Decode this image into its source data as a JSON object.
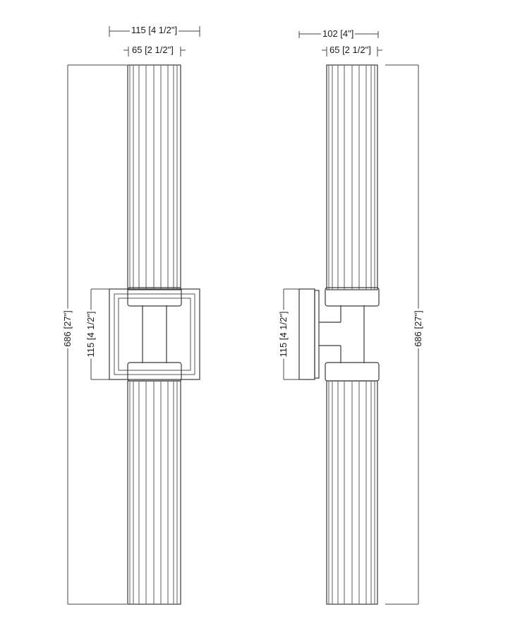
{
  "drawing": {
    "front_view": {
      "overall_width_label": "115 [4 1/2\"]",
      "shade_width_label": "65 [2 1/2\"]",
      "height_label": "686 [27\"]",
      "backplate_height_label": "115 [4 1/2\"]"
    },
    "side_view": {
      "overall_depth_label": "102 [4\"]",
      "shade_width_label": "65 [2 1/2\"]",
      "height_label": "686 [27\"]",
      "backplate_height_label": "115 [4 1/2\"]"
    },
    "colors": {
      "line": "#3a3a3a",
      "background": "#ffffff"
    }
  }
}
